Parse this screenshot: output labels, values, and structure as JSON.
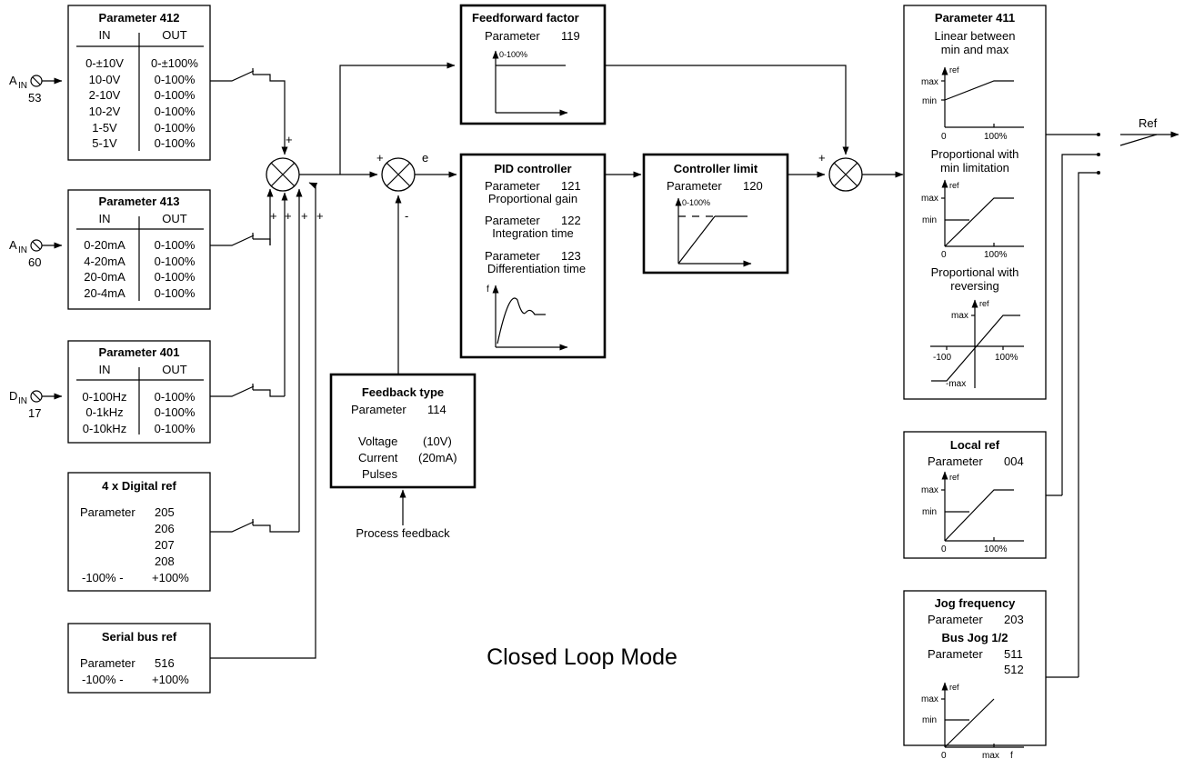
{
  "title": "Closed Loop Mode",
  "inputs": {
    "ain53": {
      "sub": "IN",
      "num": "53"
    },
    "ain60": {
      "sub": "IN",
      "num": "60"
    },
    "din17": {
      "sub": "IN",
      "num": "17"
    }
  },
  "param412": {
    "title": "Parameter 412",
    "col_in": "IN",
    "col_out": "OUT",
    "rows": [
      {
        "in": "0-±10V",
        "out": "0-±100%"
      },
      {
        "in": "10-0V",
        "out": "0-100%"
      },
      {
        "in": "2-10V",
        "out": "0-100%"
      },
      {
        "in": "10-2V",
        "out": "0-100%"
      },
      {
        "in": "1-5V",
        "out": "0-100%"
      },
      {
        "in": "5-1V",
        "out": "0-100%"
      }
    ]
  },
  "param413": {
    "title": "Parameter 413",
    "col_in": "IN",
    "col_out": "OUT",
    "rows": [
      {
        "in": "0-20mA",
        "out": "0-100%"
      },
      {
        "in": "4-20mA",
        "out": "0-100%"
      },
      {
        "in": "20-0mA",
        "out": "0-100%"
      },
      {
        "in": "20-4mA",
        "out": "0-100%"
      }
    ]
  },
  "param401": {
    "title": "Parameter 401",
    "col_in": "IN",
    "col_out": "OUT",
    "rows": [
      {
        "in": "0-100Hz",
        "out": "0-100%"
      },
      {
        "in": "0-1kHz",
        "out": "0-100%"
      },
      {
        "in": "0-10kHz",
        "out": "0-100%"
      }
    ]
  },
  "digital_ref": {
    "title": "4 x Digital ref",
    "param_label": "Parameter",
    "values": [
      "205",
      "206",
      "207",
      "208"
    ],
    "range_left": "-100% -",
    "range_right": "+100%"
  },
  "serial_bus": {
    "title": "Serial bus ref",
    "param_label": "Parameter",
    "value": "516",
    "range_left": "-100% -",
    "range_right": "+100%"
  },
  "feedforward": {
    "title": "Feedforward factor",
    "param_label": "Parameter",
    "param_value": "119",
    "axis": "0-100%"
  },
  "pid": {
    "title": "PID controller",
    "p1_label": "Parameter",
    "p1_value": "121",
    "p1_desc": "Proportional gain",
    "p2_label": "Parameter",
    "p2_value": "122",
    "p2_desc": "Integration time",
    "p3_label": "Parameter",
    "p3_value": "123",
    "p3_desc": "Differentiation time",
    "axis": "f"
  },
  "controller_limit": {
    "title": "Controller limit",
    "param_label": "Parameter",
    "param_value": "120",
    "axis": "0-100%"
  },
  "feedback": {
    "title": "Feedback type",
    "param_label": "Parameter",
    "param_value": "114",
    "voltage": "Voltage",
    "voltage_val": "(10V)",
    "current": "Current",
    "current_val": "(20mA)",
    "pulses": "Pulses",
    "caption": "Process feedback"
  },
  "param411": {
    "title": "Parameter 411",
    "g1_title1": "Linear between",
    "g1_title2": "min and max",
    "g2_title1": "Proportional with",
    "g2_title2": "min limitation",
    "g3_title1": "Proportional with",
    "g3_title2": "reversing",
    "ref": "ref",
    "max": "max",
    "min": "min",
    "zero": "0",
    "pct": "100%",
    "neg100": "-100",
    "negmax": "-max"
  },
  "local_ref": {
    "title": "Local ref",
    "param_label": "Parameter",
    "param_value": "004",
    "ref": "ref",
    "max": "max",
    "min": "min",
    "zero": "0",
    "pct": "100%"
  },
  "jog": {
    "title": "Jog frequency",
    "param_label": "Parameter",
    "param_value": "203",
    "bus_title": "Bus Jog 1/2",
    "bus_param_label": "Parameter",
    "bus_value1": "511",
    "bus_value2": "512",
    "ref": "ref",
    "max": "max",
    "min": "min",
    "zero": "0",
    "xmax": "max",
    "f": "f"
  },
  "signs": {
    "plus": "+",
    "minus": "-",
    "e": "e"
  },
  "ref_out": "Ref"
}
